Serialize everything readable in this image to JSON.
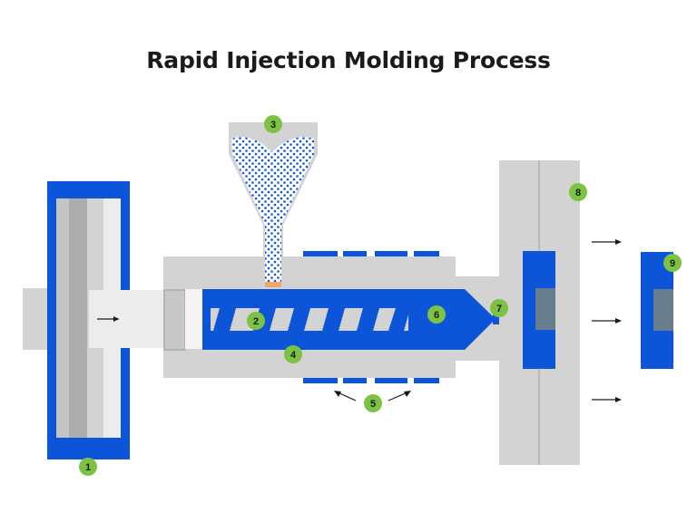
{
  "title": "Rapid Injection Molding Process",
  "colors": {
    "blue": "#0d55d8",
    "gray": "#d3d3d3",
    "gray_dark": "#b9b9b9",
    "light": "#ececec",
    "badge": "#7cc243",
    "cavity": "#6a7d8c"
  },
  "badges": [
    "1",
    "2",
    "3",
    "4",
    "5",
    "6",
    "7",
    "8",
    "9"
  ]
}
